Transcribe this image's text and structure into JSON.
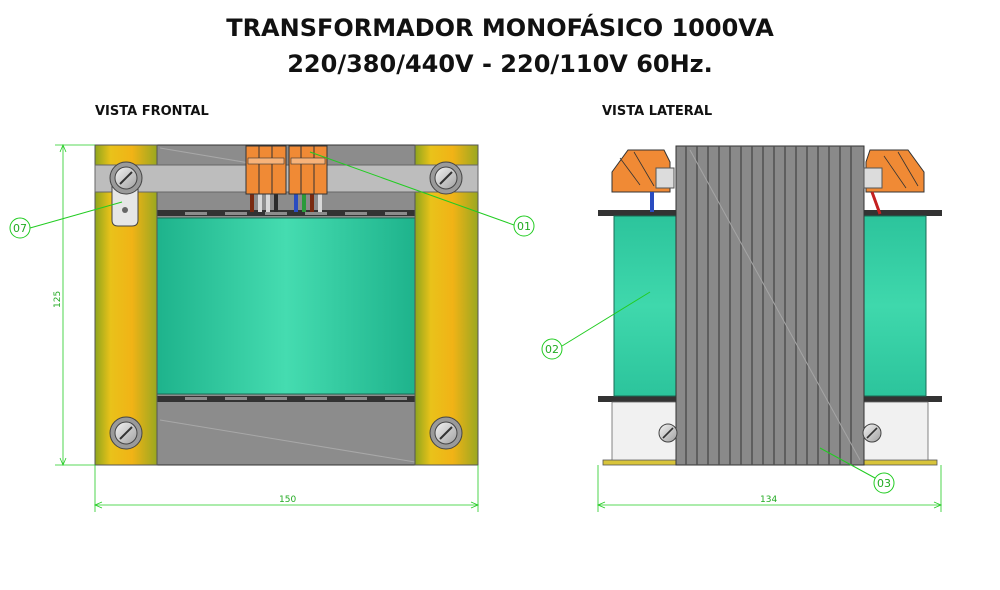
{
  "title": {
    "line1": "TRANSFORMADOR MONOFÁSICO 1000VA",
    "line2": "220/380/440V - 220/110V 60Hz."
  },
  "views": {
    "front_label": "VISTA FRONTAL",
    "side_label": "VISTA LATERAL"
  },
  "dimensions": {
    "height": "125",
    "front_width": "150",
    "side_width": "134"
  },
  "callouts": {
    "c01": "01",
    "c02": "02",
    "c03": "03",
    "c07": "07"
  },
  "colors": {
    "core_gray": "#8a8a8a",
    "coil_green": "#33c9a0",
    "clamp_yellow": "#e2b51c",
    "terminal_orange": "#f08a35",
    "dimension_green": "#22cc22"
  }
}
